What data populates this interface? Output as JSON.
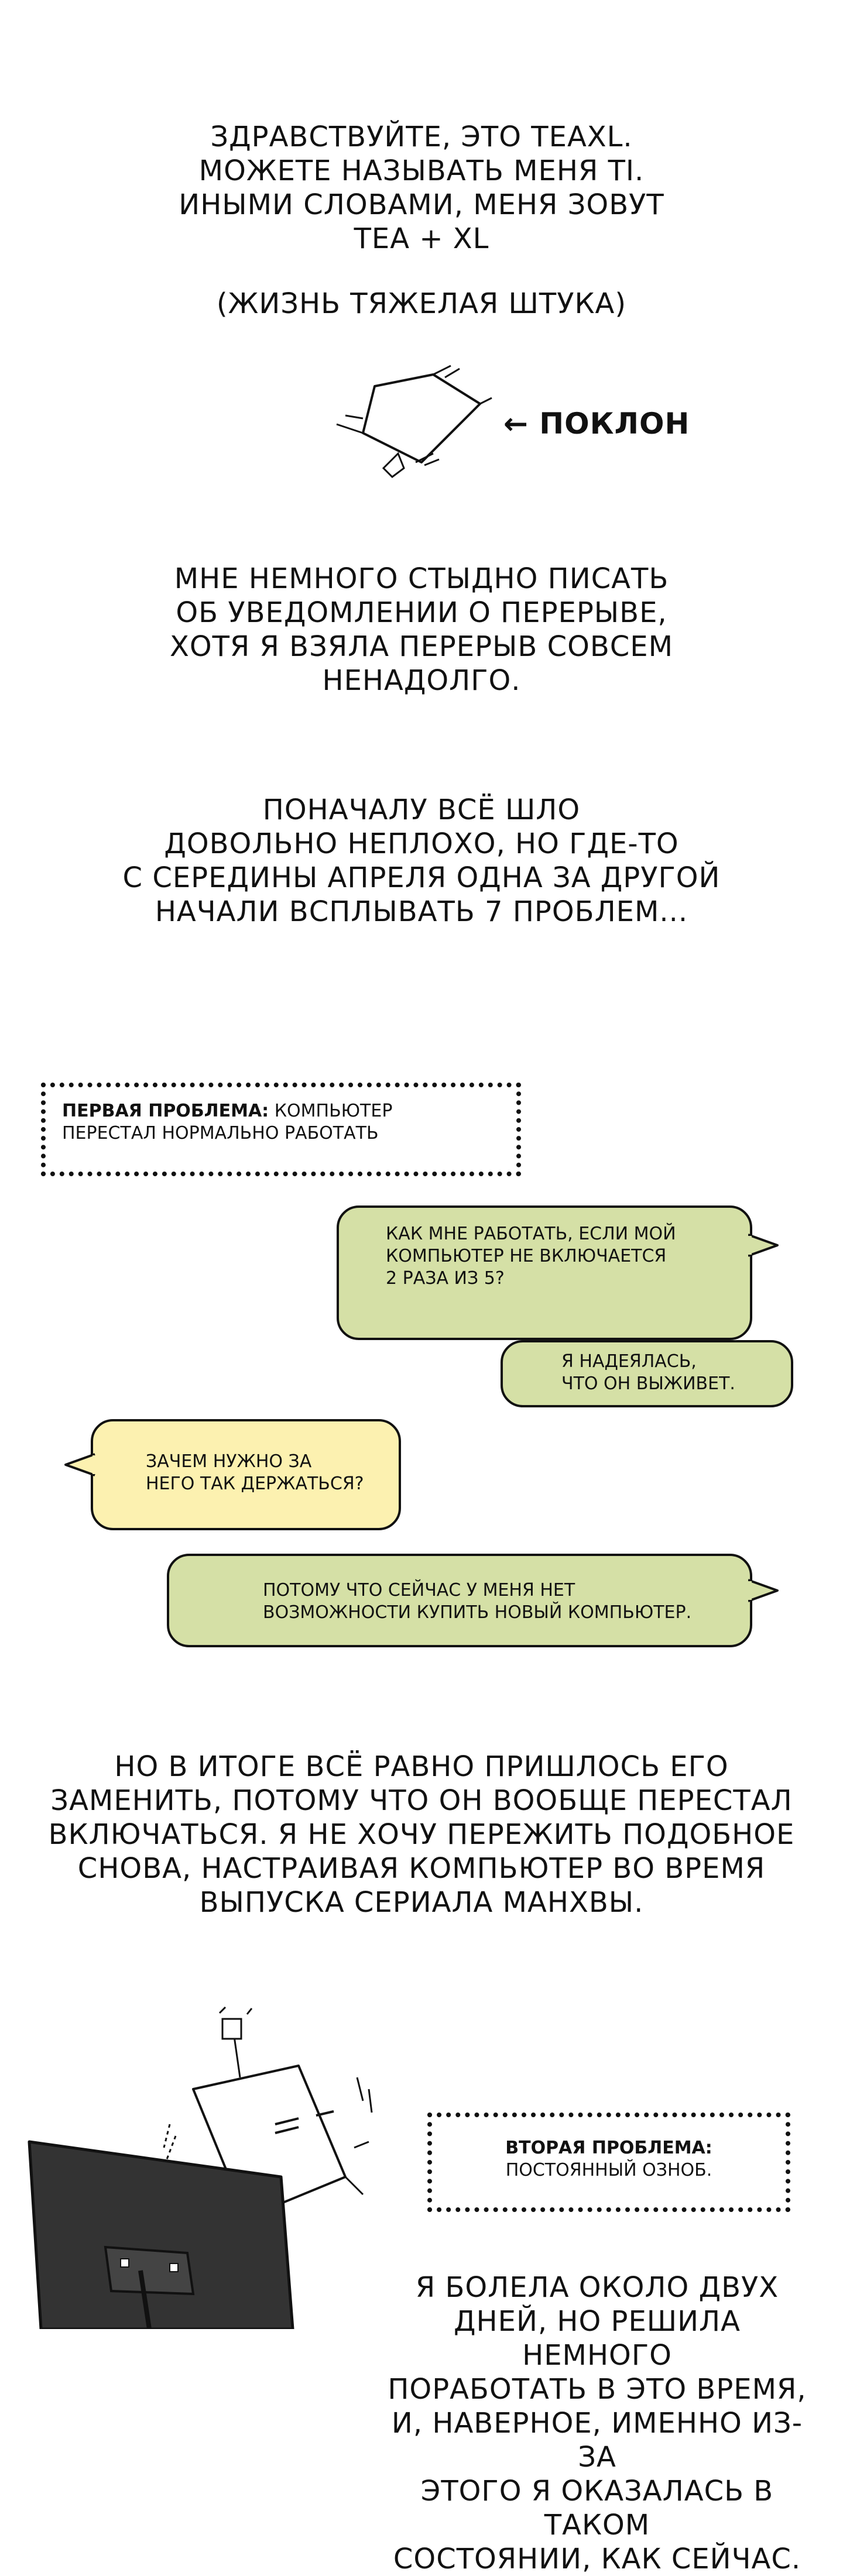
{
  "intro": {
    "lines": [
      "ЗДРАВСТВУЙТЕ, ЭТО TEAXL.",
      "МОЖЕТЕ НАЗЫВАТЬ МЕНЯ TI.",
      "ИНЫМИ СЛОВАМИ, МЕНЯ ЗОВУТ",
      "TEA + XL"
    ],
    "aside": "(ЖИЗНЬ ТЯЖЕЛАЯ ШТУКА)"
  },
  "bow": {
    "label": "← ПОКЛОН",
    "icon": "bowing-character-icon"
  },
  "paragraph1": {
    "lines": [
      "МНЕ НЕМНОГО СТЫДНО ПИСАТЬ",
      "ОБ УВЕДОМЛЕНИИ О ПЕРЕРЫВЕ,",
      "ХОТЯ Я ВЗЯЛА ПЕРЕРЫВ СОВСЕМ",
      "НЕНАДОЛГО."
    ]
  },
  "paragraph2": {
    "lines": [
      "ПОНАЧАЛУ ВСЁ ШЛО",
      "ДОВОЛЬНО НЕПЛОХО, НО ГДЕ-ТО",
      "С СЕРЕДИНЫ АПРЕЛЯ ОДНА ЗА ДРУГОЙ",
      "НАЧАЛИ ВСПЛЫВАТЬ 7 ПРОБЛЕМ..."
    ]
  },
  "problem1": {
    "heading": "ПЕРВАЯ ПРОБЛЕМА:",
    "text_a": "КОМПЬЮТЕР",
    "text_b": "ПЕРЕСТАЛ НОРМАЛЬНО РАБОТАТЬ"
  },
  "chat": {
    "bubble1": [
      "КАК МНЕ РАБОТАТЬ, ЕСЛИ МОЙ",
      "КОМПЬЮТЕР НЕ ВКЛЮЧАЕТСЯ",
      "2 РАЗА ИЗ 5?"
    ],
    "bubble2": [
      "Я НАДЕЯЛАСЬ,",
      "ЧТО ОН ВЫЖИВЕТ."
    ],
    "bubble3": [
      "ЗАЧЕМ НУЖНО ЗА",
      "НЕГО ТАК ДЕРЖАТЬСЯ?"
    ],
    "bubble4": [
      "ПОТОМУ ЧТО СЕЙЧАС У МЕНЯ НЕТ",
      "ВОЗМОЖНОСТИ КУПИТЬ НОВЫЙ КОМПЬЮТЕР."
    ],
    "colors": {
      "green": "#d5e0a6",
      "yellow": "#fcf1b0"
    }
  },
  "paragraph3": {
    "lines": [
      "НО В ИТОГЕ ВСЁ РАВНО ПРИШЛОСЬ ЕГО",
      "ЗАМЕНИТЬ, ПОТОМУ ЧТО ОН ВООБЩЕ ПЕРЕСТАЛ",
      "ВКЛЮЧАТЬСЯ. Я НЕ ХОЧУ ПЕРЕЖИТЬ ПОДОБНОЕ",
      "СНОВА, НАСТРАИВАЯ КОМПЬЮТЕР ВО ВРЕМЯ",
      "ВЫПУСКА СЕРИАЛА МАНХВЫ."
    ]
  },
  "problem2": {
    "heading": "ВТОРАЯ ПРОБЛЕМА:",
    "text": "ПОСТОЯННЫЙ ОЗНОБ."
  },
  "paragraph4": {
    "lines": [
      "Я БОЛЕЛА ОКОЛО ДВУХ",
      "ДНЕЙ, НО РЕШИЛА НЕМНОГО",
      "ПОРАБОТАТЬ В ЭТО ВРЕМЯ,",
      "И, НАВЕРНОЕ, ИМЕННО ИЗ-ЗА",
      "ЭТОГО Я ОКАЗАЛАСЬ В ТАКОМ",
      "СОСТОЯНИИ, КАК СЕЙЧАС."
    ]
  },
  "illustration": {
    "icon": "character-at-monitor-icon"
  }
}
